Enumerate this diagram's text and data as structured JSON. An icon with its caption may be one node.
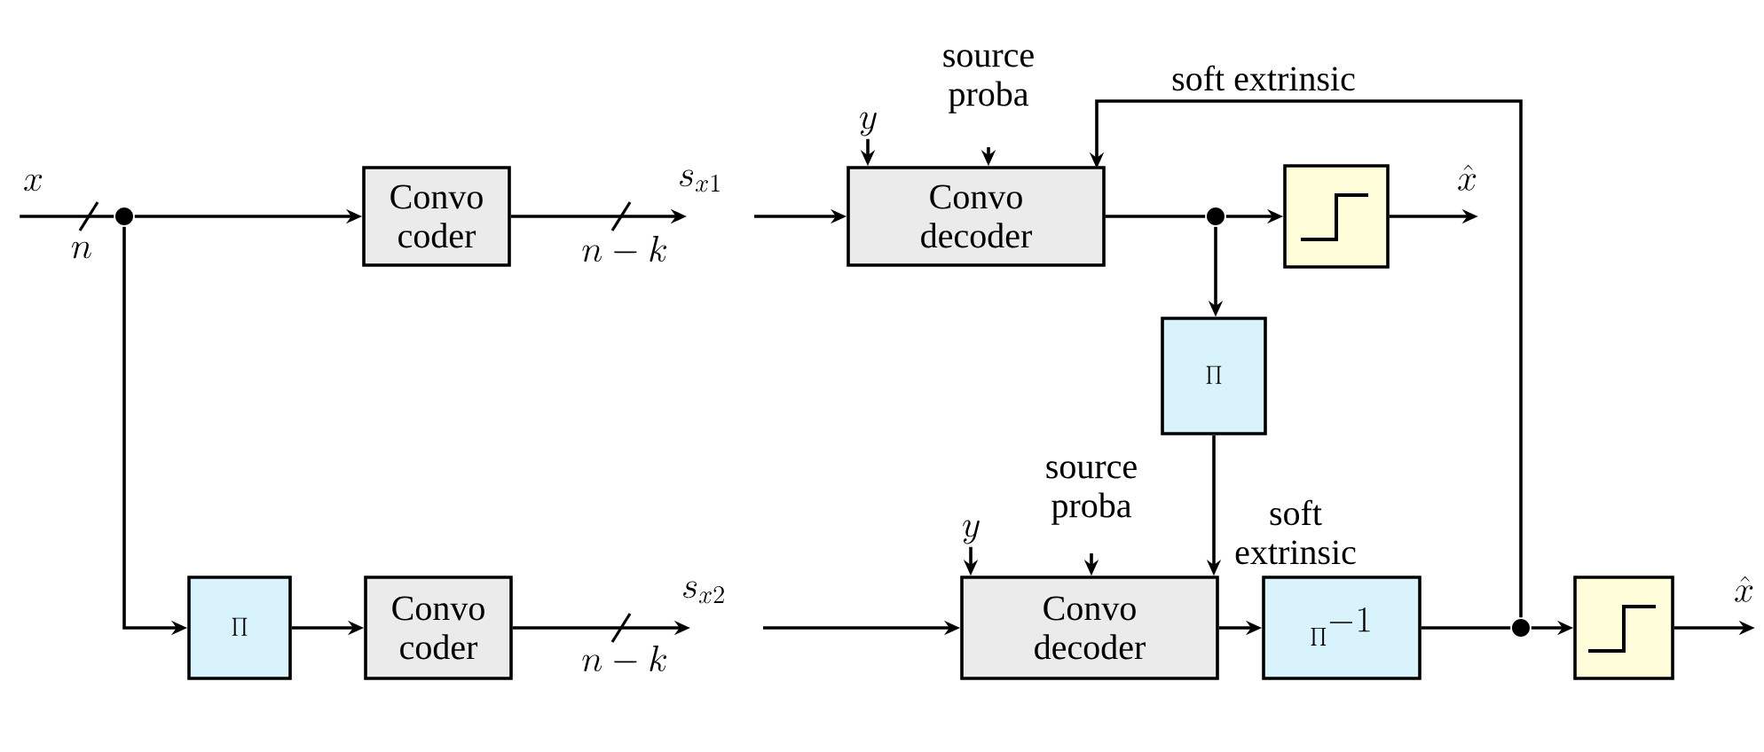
{
  "diagram": {
    "nodes": [
      {
        "text": [
          "x"
        ]
      },
      {
        "text": [],
        "shape": "circle"
      },
      {
        "text": [
          "Convo coder"
        ]
      },
      {
        "text": [
          "Convo decoder"
        ]
      },
      {
        "text": [
          "y"
        ]
      },
      {
        "text": [
          "source proba"
        ]
      },
      {
        "text": [],
        "shape": "circle"
      },
      {
        "text": [],
        "shape": "box"
      },
      {
        "text": [
          "\\prod"
        ]
      },
      {
        "text": [
          "\\prod"
        ]
      },
      {
        "text": [
          "Convo coder"
        ]
      },
      {
        "text": [
          "Convo decoder"
        ]
      },
      {
        "text": [
          "y"
        ]
      },
      {
        "text": [
          "source proba"
        ]
      },
      {
        "text": [
          "\\prod^{-1}"
        ]
      },
      {
        "text": [],
        "shape": "circle"
      },
      {
        "text": [],
        "shape": "box"
      },
      {
        "text": [
          "s_{x1}"
        ]
      },
      {
        "text": [
          "\\hat{x}"
        ]
      },
      {
        "text": [
          "s_{x2}"
        ]
      },
      {
        "text": [
          "\\hat{x}"
        ]
      }
    ],
    "edges": [
      {
        "from": 0,
        "to": 1,
        "arrow": "none"
      },
      {
        "from": 1,
        "to": 2,
        "arrow": "to"
      },
      {
        "from": 1,
        "to": 9,
        "arrow": "to"
      },
      {
        "from": 2,
        "to": 17,
        "arrow": "to"
      },
      {
        "from": null,
        "to": 3,
        "arrow": "to"
      },
      {
        "from": 4,
        "to": 3,
        "arrow": "to"
      },
      {
        "from": 5,
        "to": 3,
        "arrow": "to"
      },
      {
        "from": 3,
        "to": 6,
        "arrow": "none"
      },
      {
        "from": 6,
        "to": 7,
        "arrow": "to"
      },
      {
        "from": 7,
        "to": 18,
        "arrow": "to"
      },
      {
        "from": 6,
        "to": 8,
        "arrow": "to"
      },
      {
        "from": 8,
        "to": 11,
        "arrow": "to",
        "label": "soft extrinsic"
      },
      {
        "from": 9,
        "to": 10,
        "arrow": "to"
      },
      {
        "from": 10,
        "to": 19,
        "arrow": "to"
      },
      {
        "from": null,
        "to": 11,
        "arrow": "to"
      },
      {
        "from": 12,
        "to": 11,
        "arrow": "to"
      },
      {
        "from": 13,
        "to": 11,
        "arrow": "to"
      },
      {
        "from": 11,
        "to": 14,
        "arrow": "to"
      },
      {
        "from": 14,
        "to": 15,
        "arrow": "none"
      },
      {
        "from": 15,
        "to": 16,
        "arrow": "to"
      },
      {
        "from": 16,
        "to": 20,
        "arrow": "to"
      },
      {
        "from": 15,
        "to": 3,
        "arrow": "to",
        "label": "soft extrinsic"
      }
    ],
    "labels": [
      "n",
      "n-k",
      "n-k"
    ]
  }
}
